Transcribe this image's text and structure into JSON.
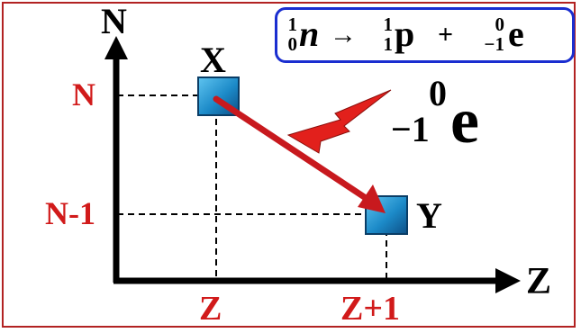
{
  "axes": {
    "y_label": "N",
    "x_label": "Z"
  },
  "y_ticks": {
    "upper": "N",
    "lower": "N-1"
  },
  "x_ticks": {
    "left": "Z",
    "right": "Z+1"
  },
  "nuclides": {
    "parent": "X",
    "daughter": "Y"
  },
  "equation": {
    "reactant": {
      "mass": "1",
      "atomic": "0",
      "symbol": "n"
    },
    "arrow": "→",
    "product1": {
      "mass": "1",
      "atomic": "1",
      "symbol": "p"
    },
    "plus": "+",
    "product2": {
      "mass": "0",
      "atomic": "−1",
      "symbol": "e"
    }
  },
  "emitted": {
    "mass": "0",
    "atomic": "−1",
    "symbol": "e"
  },
  "colors": {
    "frame": "#b22222",
    "tick_labels": "#d11a1a",
    "equation_border": "#1a2ed0",
    "arrow": "#c8191e",
    "square": "#1c8ac8",
    "lightning": "#e2201c"
  }
}
